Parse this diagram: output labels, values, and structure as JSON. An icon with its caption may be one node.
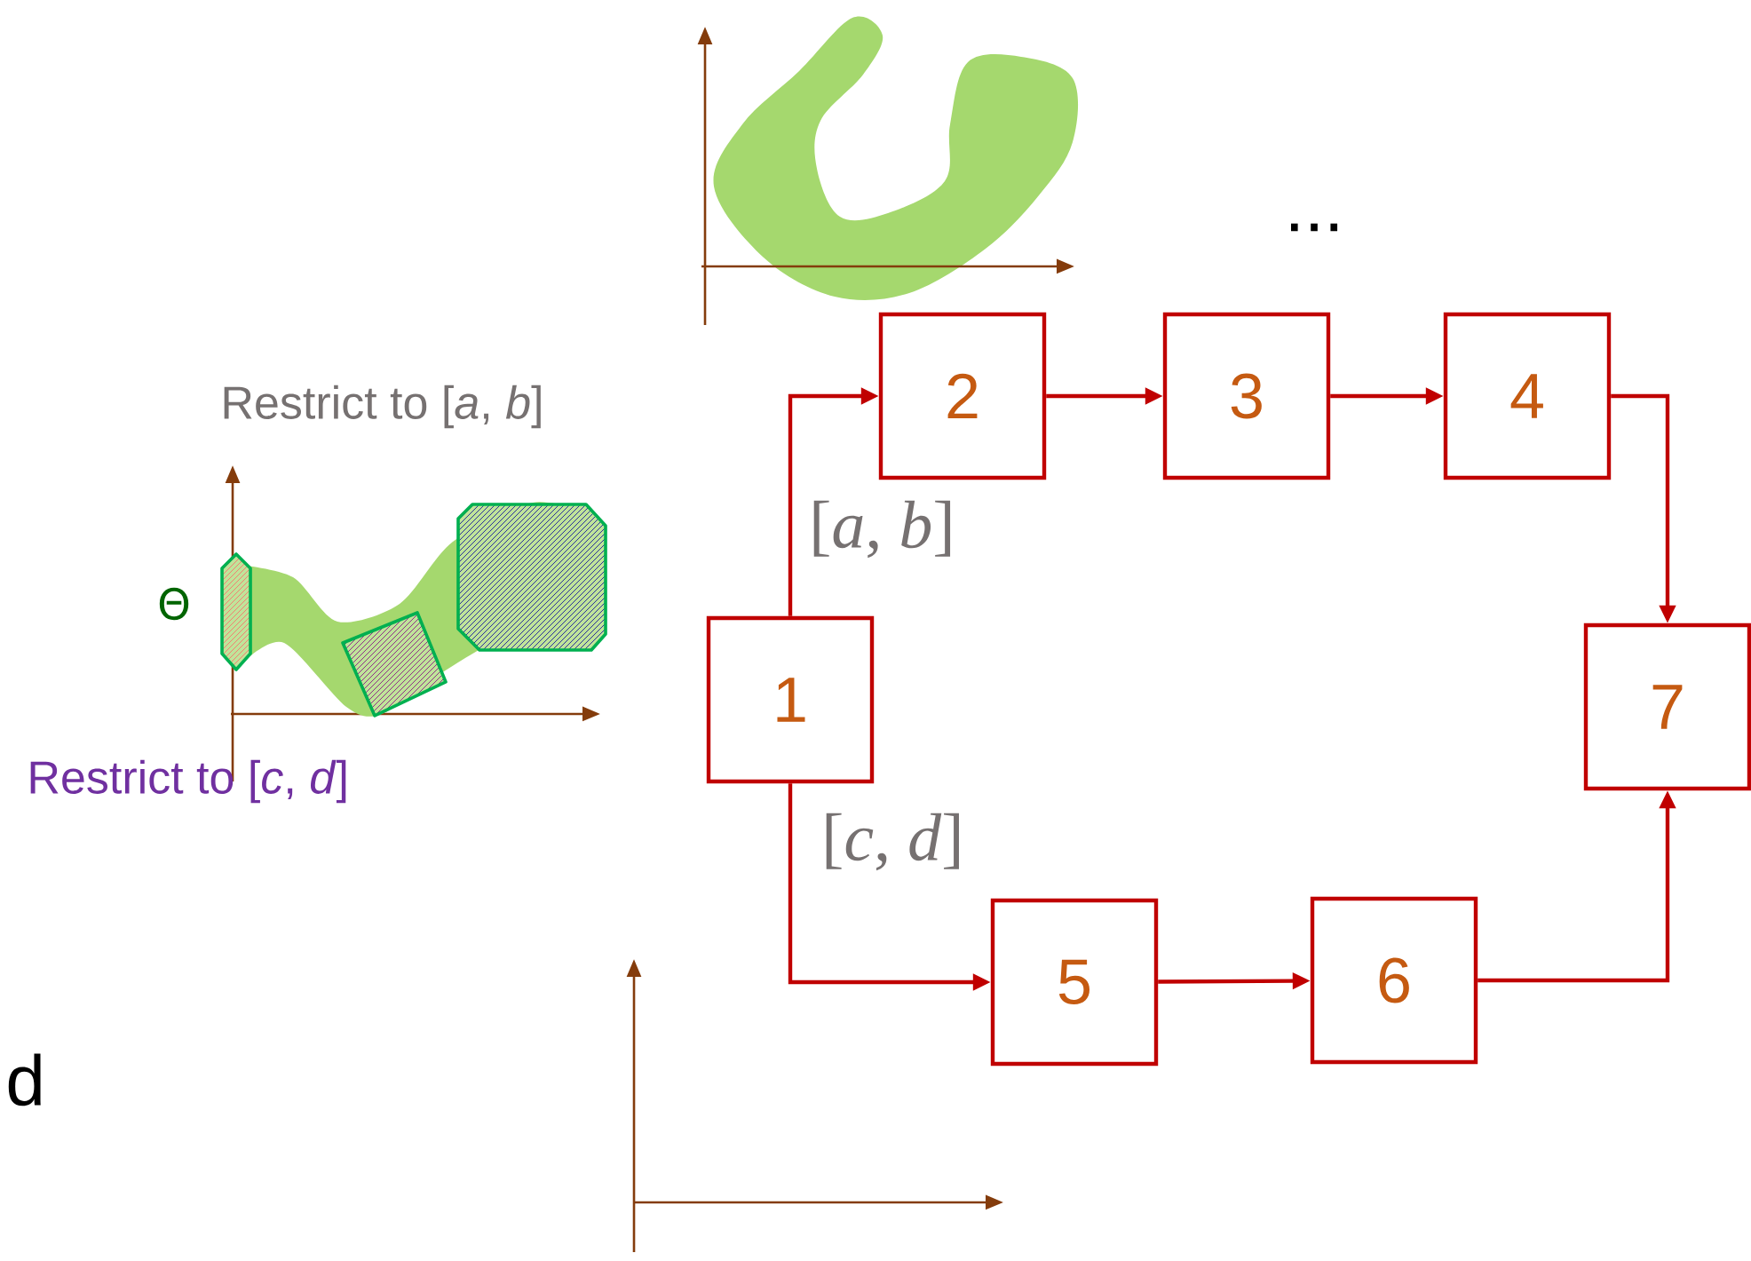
{
  "diagram": {
    "nodes": [
      {
        "text": [
          "1"
        ]
      },
      {
        "text": [
          "2"
        ]
      },
      {
        "text": [
          "3"
        ]
      },
      {
        "text": [
          "4"
        ]
      },
      {
        "text": [
          "5"
        ]
      },
      {
        "text": [
          "6"
        ]
      },
      {
        "text": [
          "7"
        ]
      }
    ],
    "edges": [
      {
        "from": 0,
        "to": 1,
        "arrow": "to",
        "label": "[*a*, *b*]"
      },
      {
        "from": 1,
        "to": 2,
        "arrow": "to"
      },
      {
        "from": 2,
        "to": 3,
        "arrow": "to"
      },
      {
        "from": 3,
        "to": 6,
        "arrow": "to"
      },
      {
        "from": 0,
        "to": 4,
        "arrow": "to",
        "label": "[*c*, *d*]"
      },
      {
        "from": 4,
        "to": 5,
        "arrow": "to"
      },
      {
        "from": 5,
        "to": 6,
        "arrow": "to"
      }
    ],
    "labels": [
      "...",
      "Restrict to [*a*, *b*]",
      "Θ",
      "Restrict to [*c*, *d*]",
      "d"
    ]
  }
}
